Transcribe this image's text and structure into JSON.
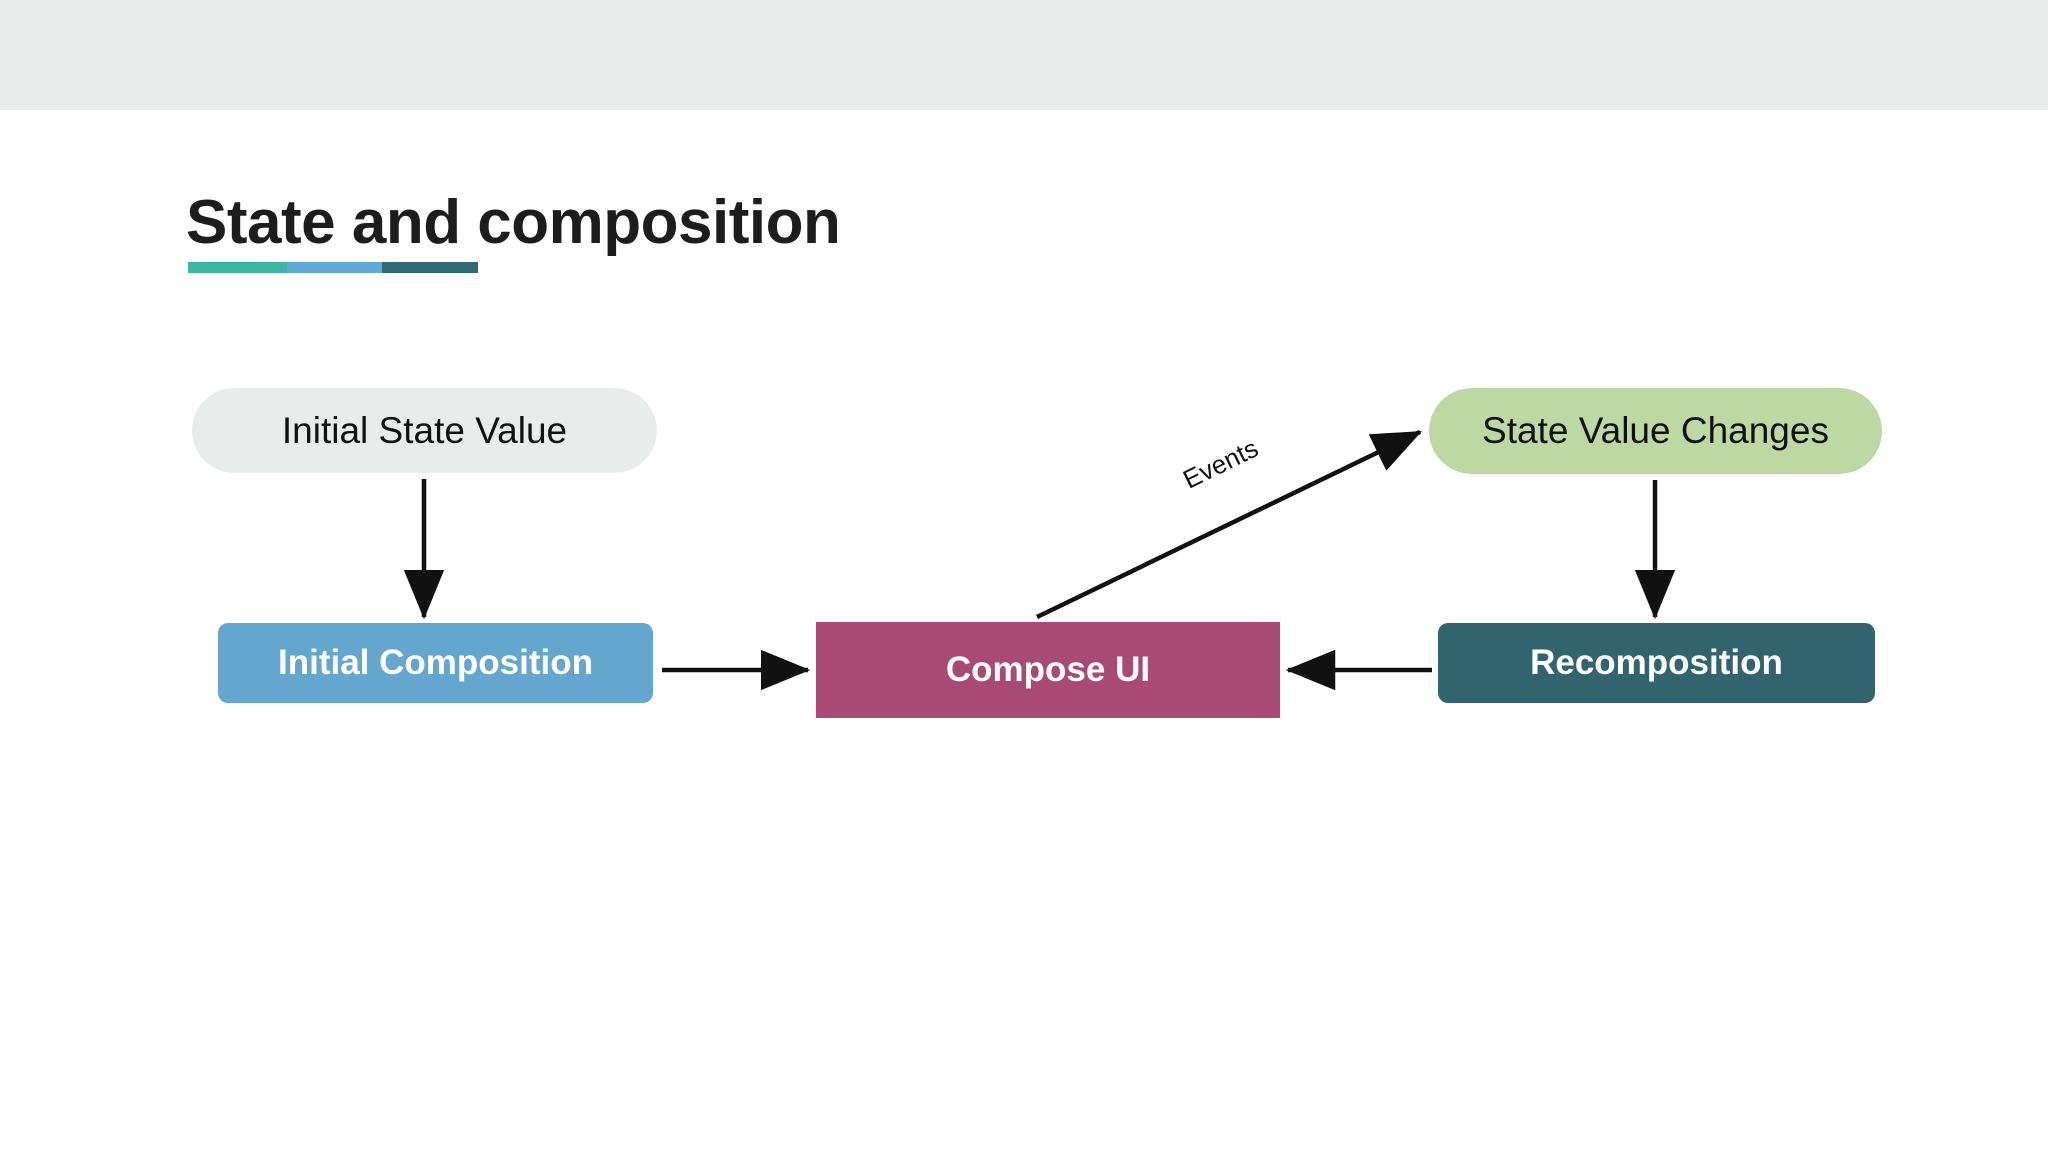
{
  "header": {
    "bar_color": "#e8edec"
  },
  "title": {
    "text": "State and composition",
    "color": "#1d1d1d",
    "underline_segments": [
      {
        "name": "teal",
        "color": "#3cb5a2"
      },
      {
        "name": "blue",
        "color": "#61a8d2"
      },
      {
        "name": "dark-teal",
        "color": "#2f6b75"
      }
    ]
  },
  "diagram": {
    "type": "flowchart",
    "nodes": [
      {
        "id": "initial-state-value",
        "label": "Initial State Value",
        "shape": "pill",
        "fill": "#e8edec",
        "text_color": "#111111",
        "bold": false
      },
      {
        "id": "initial-composition",
        "label": "Initial Composition",
        "shape": "rounded-rect",
        "fill": "#64a6ce",
        "text_color": "#ffffff",
        "bold": true
      },
      {
        "id": "compose-ui",
        "label": "Compose UI",
        "shape": "rect",
        "fill": "#a84a74",
        "text_color": "#ffffff",
        "bold": true
      },
      {
        "id": "state-value-changes",
        "label": "State Value Changes",
        "shape": "pill",
        "fill": "#bcd9a4",
        "text_color": "#111111",
        "bold": false
      },
      {
        "id": "recomposition",
        "label": "Recomposition",
        "shape": "rounded-rect",
        "fill": "#31646f",
        "text_color": "#ffffff",
        "bold": true
      }
    ],
    "edges": [
      {
        "id": "e1",
        "from": "initial-state-value",
        "to": "initial-composition",
        "label": "",
        "direction": "down"
      },
      {
        "id": "e2",
        "from": "initial-composition",
        "to": "compose-ui",
        "label": "",
        "direction": "right"
      },
      {
        "id": "e3",
        "from": "compose-ui",
        "to": "state-value-changes",
        "label": "Events",
        "direction": "diagonal-up-right"
      },
      {
        "id": "e4",
        "from": "state-value-changes",
        "to": "recomposition",
        "label": "",
        "direction": "down"
      },
      {
        "id": "e5",
        "from": "recomposition",
        "to": "compose-ui",
        "label": "",
        "direction": "left"
      }
    ],
    "edge_color": "#111111"
  }
}
